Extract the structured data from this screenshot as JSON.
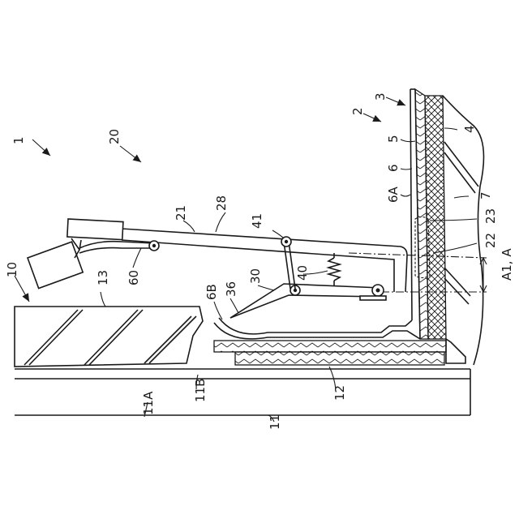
{
  "labels": {
    "l1": "1",
    "l2": "2",
    "l3": "3",
    "l4": "4",
    "l5": "5",
    "l6": "6",
    "l6A": "6A",
    "l6B": "6B",
    "l7": "7",
    "l10": "10",
    "l11": "11",
    "l11A": "11A",
    "l11B": "11B",
    "l12": "12",
    "l13": "13",
    "l20": "20",
    "l21": "21",
    "l22": "22",
    "l23": "23",
    "l28": "28",
    "l30": "30",
    "l36": "36",
    "l40": "40",
    "l41": "41",
    "l60": "60",
    "lA1A": "A1, A"
  }
}
